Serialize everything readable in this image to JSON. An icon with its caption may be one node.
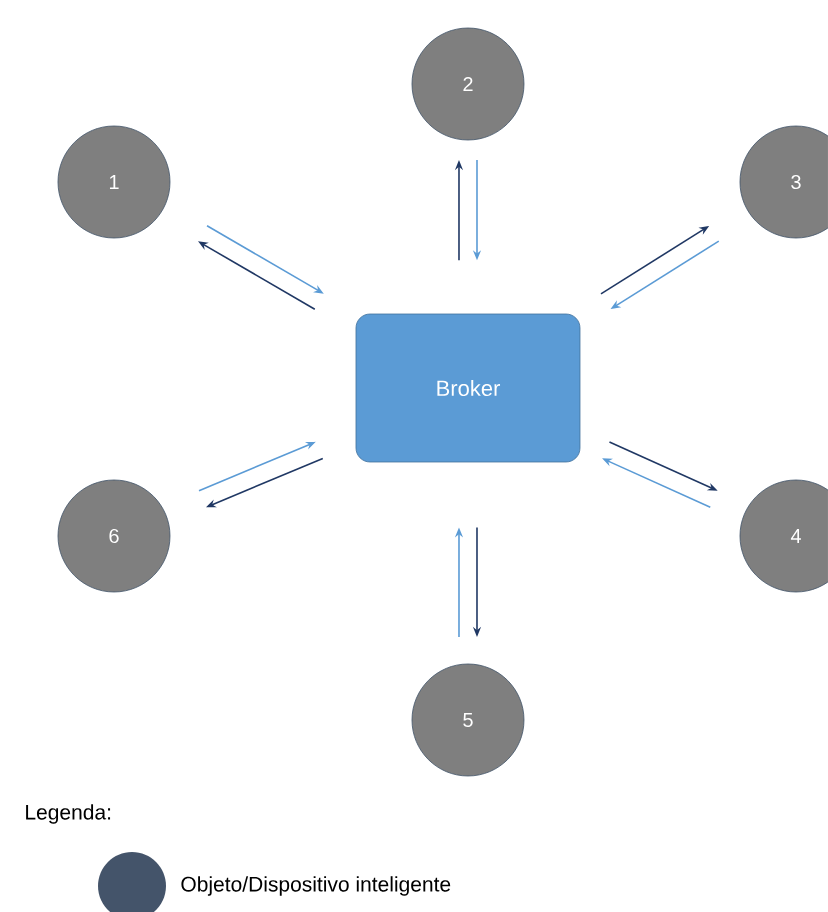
{
  "diagram": {
    "nodes": [
      {
        "text": [
          "1"
        ]
      },
      {
        "text": [
          "2"
        ]
      },
      {
        "text": [
          "3"
        ]
      },
      {
        "text": [
          "Broker"
        ]
      },
      {
        "text": [
          "6"
        ]
      },
      {
        "text": [
          "4"
        ]
      },
      {
        "text": [
          "5"
        ]
      }
    ],
    "edges": [
      {
        "from": 3,
        "to": 0,
        "arrow": "to",
        "color": "#203864"
      },
      {
        "from": 0,
        "to": 3,
        "arrow": "to",
        "color": "#5b9bd5"
      },
      {
        "from": 3,
        "to": 1,
        "arrow": "to",
        "color": "#203864"
      },
      {
        "from": 1,
        "to": 3,
        "arrow": "to",
        "color": "#5b9bd5"
      },
      {
        "from": 3,
        "to": 2,
        "arrow": "to",
        "color": "#203864"
      },
      {
        "from": 2,
        "to": 3,
        "arrow": "to",
        "color": "#5b9bd5"
      },
      {
        "from": 3,
        "to": 4,
        "arrow": "to",
        "color": "#203864"
      },
      {
        "from": 4,
        "to": 3,
        "arrow": "to",
        "color": "#5b9bd5"
      },
      {
        "from": 3,
        "to": 5,
        "arrow": "to",
        "color": "#203864"
      },
      {
        "from": 5,
        "to": 3,
        "arrow": "to",
        "color": "#5b9bd5"
      },
      {
        "from": 3,
        "to": 6,
        "arrow": "to",
        "color": "#203864"
      },
      {
        "from": 6,
        "to": 3,
        "arrow": "to",
        "color": "#5b9bd5"
      }
    ],
    "labels": [
      "Legenda:"
    ],
    "legend": [
      {
        "text": "Objeto/Dispositivo inteligente",
        "color": "#44546a"
      }
    ]
  }
}
